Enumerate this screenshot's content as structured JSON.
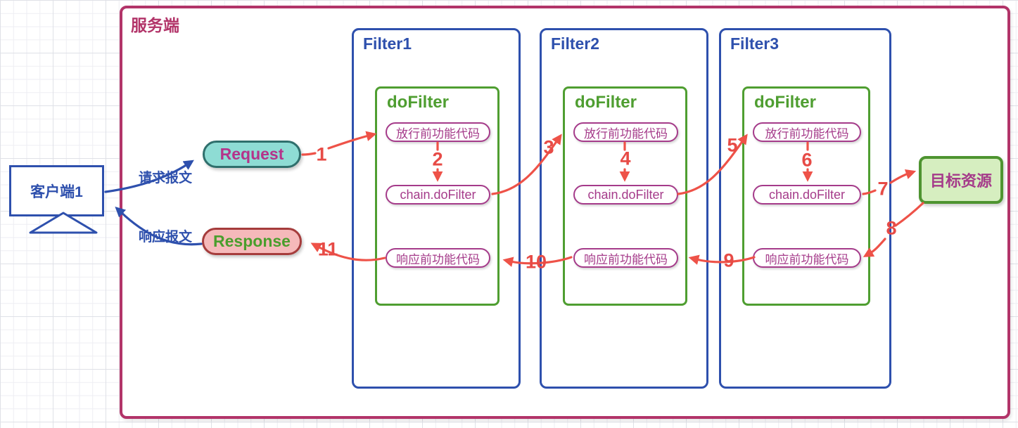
{
  "server": {
    "label": "服务端"
  },
  "client": {
    "label": "客户端1"
  },
  "messages": {
    "request": "请求报文",
    "response": "响应报文"
  },
  "request_pill": {
    "label": "Request"
  },
  "response_pill": {
    "label": "Response"
  },
  "target": {
    "label": "目标资源"
  },
  "filters": [
    {
      "name": "Filter1",
      "method": "doFilter",
      "pre": "放行前功能代码",
      "chain": "chain.doFilter",
      "post": "响应前功能代码"
    },
    {
      "name": "Filter2",
      "method": "doFilter",
      "pre": "放行前功能代码",
      "chain": "chain.doFilter",
      "post": "响应前功能代码"
    },
    {
      "name": "Filter3",
      "method": "doFilter",
      "pre": "放行前功能代码",
      "chain": "chain.doFilter",
      "post": "响应前功能代码"
    }
  ],
  "flow_numbers": [
    "1",
    "2",
    "3",
    "4",
    "5",
    "6",
    "7",
    "8",
    "9",
    "10",
    "11"
  ],
  "colors": {
    "server_border": "#b23469",
    "filter_blue": "#2e50ad",
    "dofilter_green": "#4f9e31",
    "pill_magenta": "#a53b8a",
    "arrow_red": "#ee5248",
    "number_red": "#e74b46",
    "request_bg": "#8edcd4",
    "request_border": "#2f6f6c",
    "request_text": "#b5338a",
    "response_bg": "#f5b9ba",
    "response_border": "#a53c3c",
    "response_text": "#4a9e2d",
    "target_bg": "#d6eec0",
    "target_border": "#4e9430"
  }
}
